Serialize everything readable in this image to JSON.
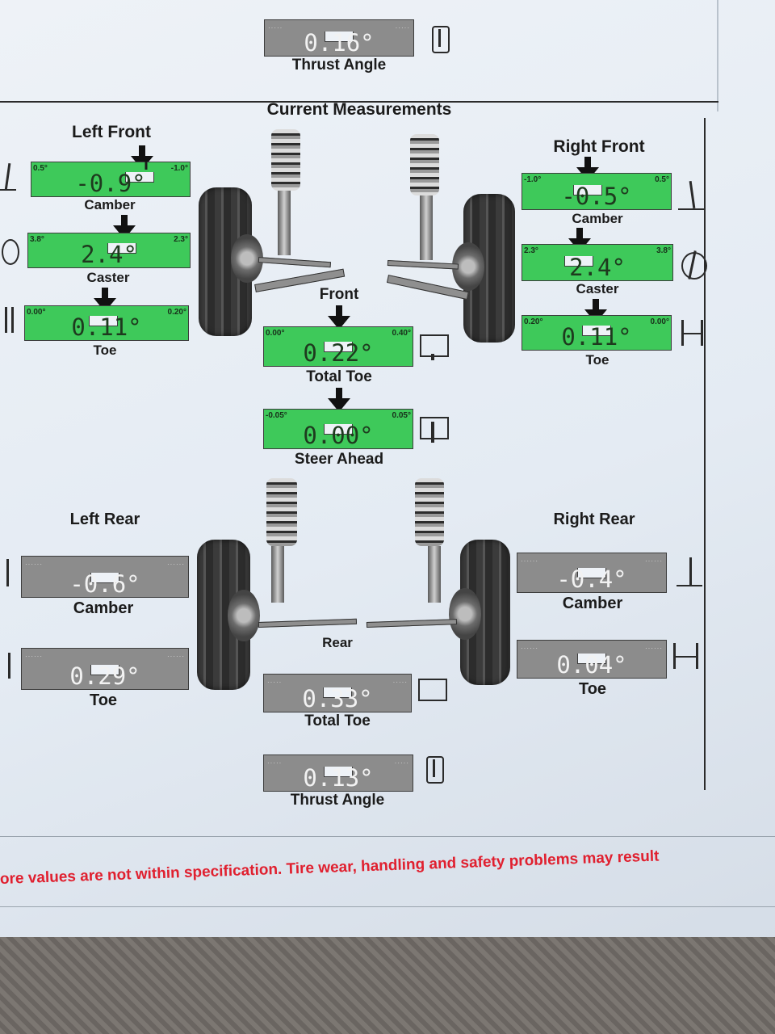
{
  "top": {
    "thrust_angle": {
      "value": "0.16°",
      "label": "Thrust Angle"
    }
  },
  "title": "Current Measurements",
  "left_front": {
    "header": "Left Front",
    "camber": {
      "label": "Camber",
      "value": "-0.9°",
      "min": "0.5°",
      "max": "-1.0°"
    },
    "caster": {
      "label": "Caster",
      "value": "2.4°",
      "min": "3.8°",
      "max": "2.3°"
    },
    "toe": {
      "label": "Toe",
      "value": "0.11°",
      "min": "0.00°",
      "max": "0.20°"
    }
  },
  "right_front": {
    "header": "Right Front",
    "camber": {
      "label": "Camber",
      "value": "-0.5°",
      "min": "-1.0°",
      "max": "0.5°"
    },
    "caster": {
      "label": "Caster",
      "value": "2.4°",
      "min": "2.3°",
      "max": "3.8°"
    },
    "toe": {
      "label": "Toe",
      "value": "0.11°",
      "min": "0.20°",
      "max": "0.00°"
    }
  },
  "front": {
    "label": "Front",
    "total_toe": {
      "label": "Total Toe",
      "value": "0.22°",
      "min": "0.00°",
      "max": "0.40°"
    },
    "steer_ahead": {
      "label": "Steer Ahead",
      "value": "0.00°",
      "min": "-0.05°",
      "max": "0.05°"
    }
  },
  "left_rear": {
    "header": "Left Rear",
    "camber": {
      "label": "Camber",
      "value": "-0.6°"
    },
    "toe": {
      "label": "Toe",
      "value": "0.29°"
    }
  },
  "right_rear": {
    "header": "Right Rear",
    "camber": {
      "label": "Camber",
      "value": "-0.4°"
    },
    "toe": {
      "label": "Toe",
      "value": "0.04°"
    }
  },
  "rear": {
    "label": "Rear",
    "total_toe": {
      "label": "Total Toe",
      "value": "0.33°"
    },
    "thrust_angle": {
      "label": "Thrust Angle",
      "value": "0.13°"
    }
  },
  "warning": "ore values are not within specification.  Tire wear, handling and safety problems may result",
  "colors": {
    "in_spec": "#3ec95a",
    "no_spec": "#8c8c8c",
    "warning": "#e0202f"
  }
}
